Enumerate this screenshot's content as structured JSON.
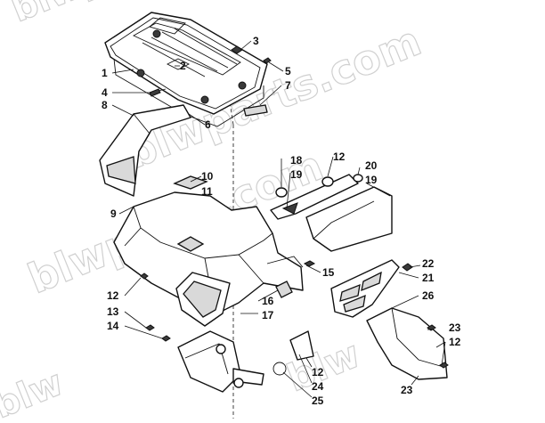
{
  "watermark": {
    "texts": [
      "blwparts.com",
      "blwparts.com",
      "blwparts.com",
      "blw",
      "blw"
    ]
  },
  "callouts": [
    {
      "id": "c1",
      "label": "1"
    },
    {
      "id": "c2",
      "label": "2"
    },
    {
      "id": "c3",
      "label": "3"
    },
    {
      "id": "c4",
      "label": "4"
    },
    {
      "id": "c5",
      "label": "5"
    },
    {
      "id": "c6",
      "label": "6"
    },
    {
      "id": "c7",
      "label": "7"
    },
    {
      "id": "c8",
      "label": "8"
    },
    {
      "id": "c9",
      "label": "9"
    },
    {
      "id": "c10",
      "label": "10"
    },
    {
      "id": "c11",
      "label": "11"
    },
    {
      "id": "c12a",
      "label": "12"
    },
    {
      "id": "c12b",
      "label": "12"
    },
    {
      "id": "c12c",
      "label": "12"
    },
    {
      "id": "c12d",
      "label": "12"
    },
    {
      "id": "c13",
      "label": "13"
    },
    {
      "id": "c14",
      "label": "14"
    },
    {
      "id": "c15",
      "label": "15"
    },
    {
      "id": "c16",
      "label": "16"
    },
    {
      "id": "c17",
      "label": "17"
    },
    {
      "id": "c18",
      "label": "18"
    },
    {
      "id": "c19a",
      "label": "19"
    },
    {
      "id": "c19b",
      "label": "19"
    },
    {
      "id": "c20",
      "label": "20"
    },
    {
      "id": "c21",
      "label": "21"
    },
    {
      "id": "c22",
      "label": "22"
    },
    {
      "id": "c23a",
      "label": "23"
    },
    {
      "id": "c23b",
      "label": "23"
    },
    {
      "id": "c24",
      "label": "24"
    },
    {
      "id": "c25",
      "label": "25"
    },
    {
      "id": "c26",
      "label": "26"
    }
  ]
}
